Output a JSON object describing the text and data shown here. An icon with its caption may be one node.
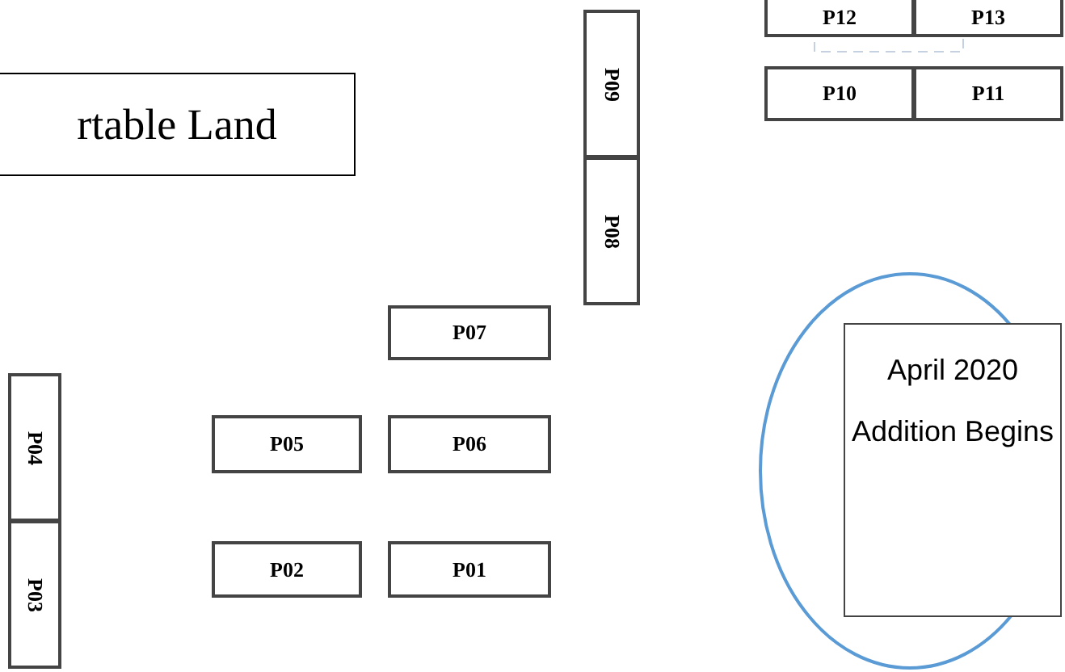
{
  "diagram": {
    "nodes": [
      {
        "text": [
          "rtable Land"
        ]
      },
      {
        "text": [
          "P09"
        ]
      },
      {
        "text": [
          "P08"
        ]
      },
      {
        "text": [
          "P12"
        ]
      },
      {
        "text": [
          "P13"
        ]
      },
      {
        "text": [
          "P10"
        ]
      },
      {
        "text": [
          "P11"
        ]
      },
      {
        "text": [
          "P07"
        ]
      },
      {
        "text": [
          "P04"
        ]
      },
      {
        "text": [
          "P03"
        ]
      },
      {
        "text": [
          "P05"
        ]
      },
      {
        "text": [
          "P06"
        ]
      },
      {
        "text": [
          "P02"
        ]
      },
      {
        "text": [
          "P01"
        ]
      },
      {
        "text": [],
        "shape": "circle"
      },
      {
        "text": [
          "April 2020",
          "Addition Begins"
        ],
        "in": 14
      }
    ]
  }
}
